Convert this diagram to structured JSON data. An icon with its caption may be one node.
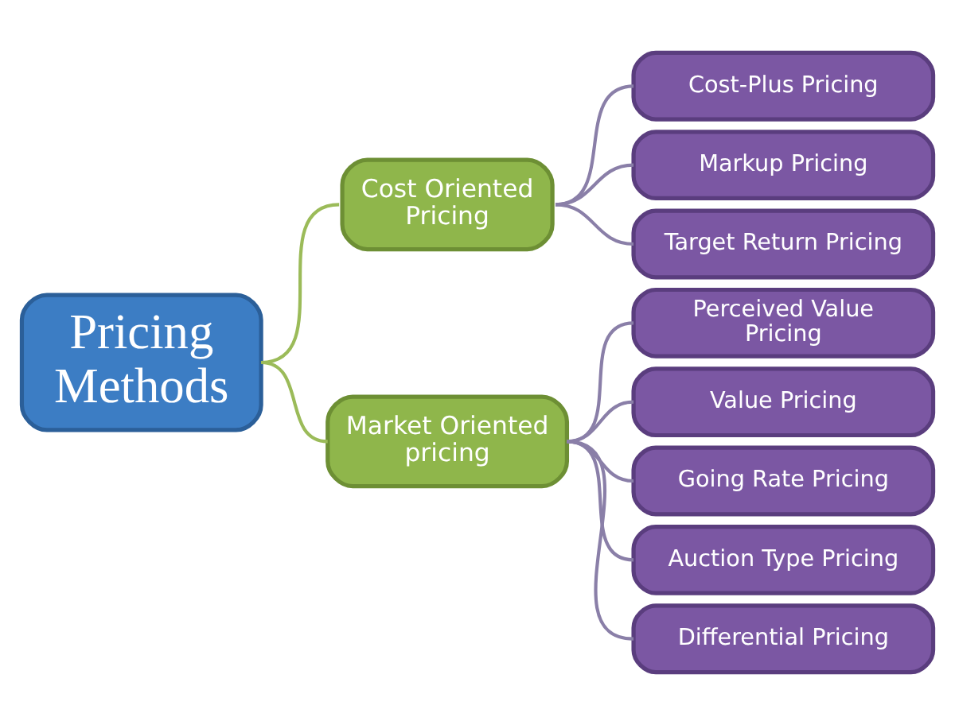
{
  "diagram": {
    "nodes": [
      {
        "text": [
          "Pricing Methods"
        ]
      },
      {
        "text": [
          "Cost Oriented Pricing"
        ]
      },
      {
        "text": [
          "Cost-Plus Pricing"
        ]
      },
      {
        "text": [
          "Markup Pricing"
        ]
      },
      {
        "text": [
          "Target Return Pricing"
        ]
      },
      {
        "text": [
          "Market Oriented pricing"
        ]
      },
      {
        "text": [
          "Perceived Value Pricing"
        ]
      },
      {
        "text": [
          "Value Pricing"
        ]
      },
      {
        "text": [
          "Going Rate Pricing"
        ]
      },
      {
        "text": [
          "Auction Type Pricing"
        ]
      },
      {
        "text": [
          "Differential Pricing"
        ]
      }
    ],
    "edges": [
      {
        "from": 0,
        "to": 1,
        "arrow": "none",
        "color": "#9bbb59"
      },
      {
        "from": 0,
        "to": 5,
        "arrow": "none",
        "color": "#9bbb59"
      },
      {
        "from": 1,
        "to": 2,
        "arrow": "none"
      },
      {
        "from": 1,
        "to": 3,
        "arrow": "none"
      },
      {
        "from": 1,
        "to": 4,
        "arrow": "none"
      },
      {
        "from": 5,
        "to": 6,
        "arrow": "none"
      },
      {
        "from": 5,
        "to": 7,
        "arrow": "none"
      },
      {
        "from": 5,
        "to": 8,
        "arrow": "none"
      },
      {
        "from": 5,
        "to": 9,
        "arrow": "none"
      },
      {
        "from": 5,
        "to": 10,
        "arrow": "none"
      }
    ]
  }
}
